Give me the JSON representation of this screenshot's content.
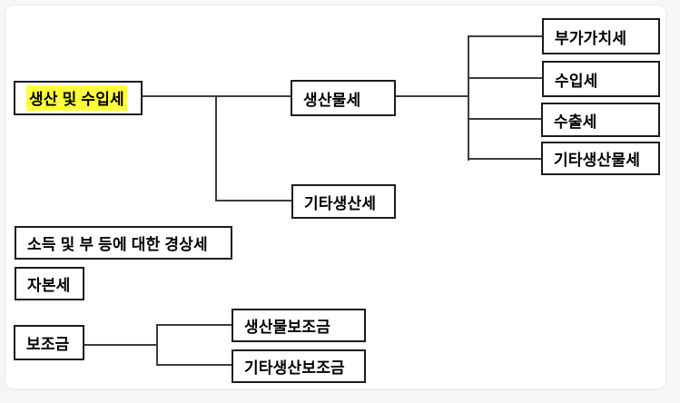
{
  "page": {
    "background_color": "#f6f6f7",
    "card_background_color": "#ffffff",
    "box_border_color": "#1c1c1c",
    "connector_color": "#3d3d3d",
    "highlight_color": "#feff3a",
    "text_color": "#000000"
  },
  "diagram": {
    "type": "tree",
    "description": "Hierarchy of tax and subsidy categories (Korean national accounts)",
    "nodes": [
      {
        "label": "생산 및 수입세",
        "highlighted": true,
        "parent": null
      },
      {
        "label": "생산물세",
        "highlighted": false,
        "parent": "생산 및 수입세"
      },
      {
        "label": "기타생산세",
        "highlighted": false,
        "parent": "생산 및 수입세"
      },
      {
        "label": "부가가치세",
        "highlighted": false,
        "parent": "생산물세"
      },
      {
        "label": "수입세",
        "highlighted": false,
        "parent": "생산물세"
      },
      {
        "label": "수출세",
        "highlighted": false,
        "parent": "생산물세"
      },
      {
        "label": "기타생산물세",
        "highlighted": false,
        "parent": "생산물세"
      },
      {
        "label": "소득 및 부 등에 대한 경상세",
        "highlighted": false,
        "parent": null
      },
      {
        "label": "자본세",
        "highlighted": false,
        "parent": null
      },
      {
        "label": "보조금",
        "highlighted": false,
        "parent": null
      },
      {
        "label": "생산물보조금",
        "highlighted": false,
        "parent": "보조금"
      },
      {
        "label": "기타생산보조금",
        "highlighted": false,
        "parent": "보조금"
      }
    ]
  }
}
